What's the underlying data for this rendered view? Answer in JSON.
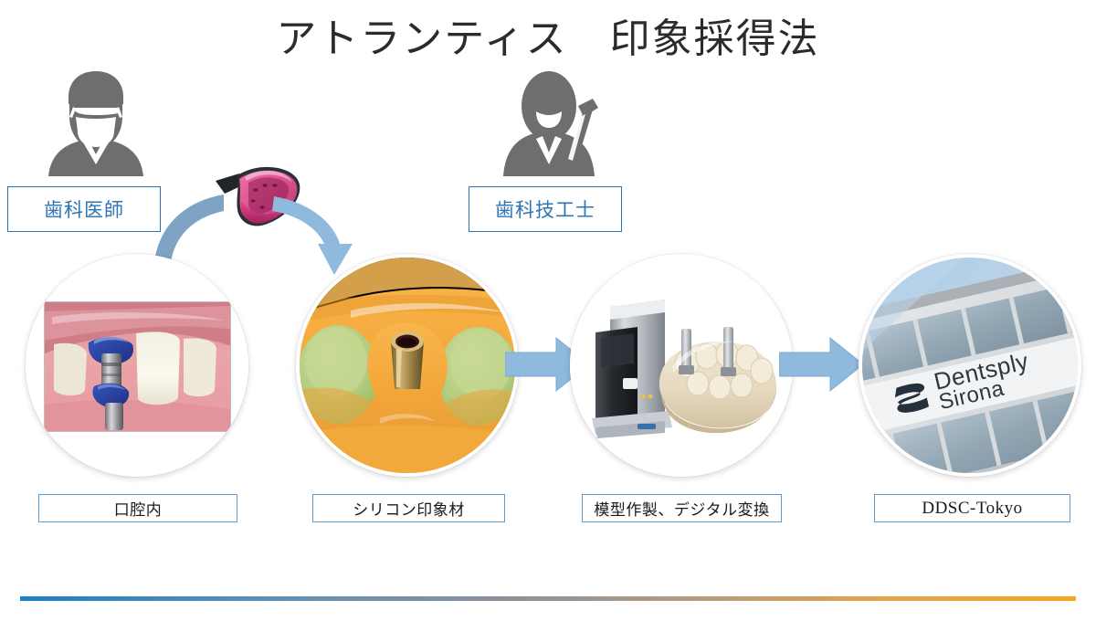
{
  "slide": {
    "title": "アトランティス　印象採得法",
    "background_color": "#ffffff"
  },
  "theme": {
    "accent_blue": "#2e75b6",
    "arrow_blue": "#8fb9dd",
    "box_border_blue": "#5b9bd5",
    "icon_gray": "#6e6e6e",
    "title_color": "#2b2b2b",
    "bar_gradient_start": "#1c7fc4",
    "bar_gradient_end": "#f5a623"
  },
  "roles": [
    {
      "id": "dentist",
      "label": "歯科医師",
      "icon": "dentist-with-mask-icon"
    },
    {
      "id": "technician",
      "label": "歯科技工士",
      "icon": "dental-technician-icon"
    }
  ],
  "tray": {
    "name": "impression-tray-photo",
    "description": "pink silicone impression tray with dark handle"
  },
  "steps": [
    {
      "id": "intraoral",
      "caption": "口腔内",
      "photo": "intraoral-implant-scanbody-photo"
    },
    {
      "id": "silicone",
      "caption": "シリコン印象材",
      "photo": "orange-silicone-impression-photo"
    },
    {
      "id": "model",
      "caption": "模型作製、デジタル変換",
      "photo": "lab-scanner-and-stone-model-photo"
    },
    {
      "id": "ddsc",
      "caption": "DDSC-Tokyo",
      "photo": "dentsply-sirona-building-photo",
      "sign_text": "Dentsply Sirona"
    }
  ],
  "arrows": [
    {
      "id": "curved-dentist-to-silicone",
      "style": "curved"
    },
    {
      "id": "silicone-to-model",
      "style": "straight-right"
    },
    {
      "id": "model-to-ddsc",
      "style": "straight-right"
    }
  ]
}
